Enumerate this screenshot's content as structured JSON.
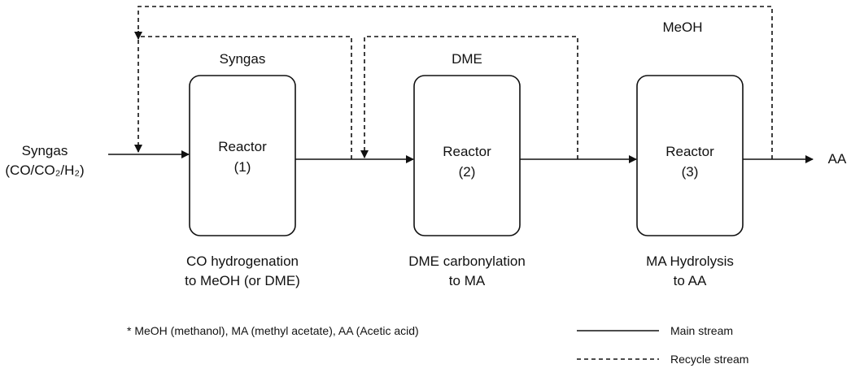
{
  "input": {
    "line1": "Syngas",
    "line2": "(CO/CO₂/H₂)"
  },
  "output": {
    "label": "AA"
  },
  "streams": {
    "top_recycle": "MeOH"
  },
  "reactors": [
    {
      "title": "Reactor",
      "number": "(1)",
      "feed_label": "Syngas",
      "desc_line1": "CO hydrogenation",
      "desc_line2": "to MeOH (or DME)"
    },
    {
      "title": "Reactor",
      "number": "(2)",
      "feed_label": "DME",
      "desc_line1": "DME carbonylation",
      "desc_line2": "to MA"
    },
    {
      "title": "Reactor",
      "number": "(3)",
      "desc_line1": "MA Hydrolysis",
      "desc_line2": "to AA"
    }
  ],
  "footnote": "* MeOH (methanol), MA (methyl acetate), AA (Acetic acid)",
  "legend": {
    "main": "Main stream",
    "recycle": "Recycle stream"
  }
}
